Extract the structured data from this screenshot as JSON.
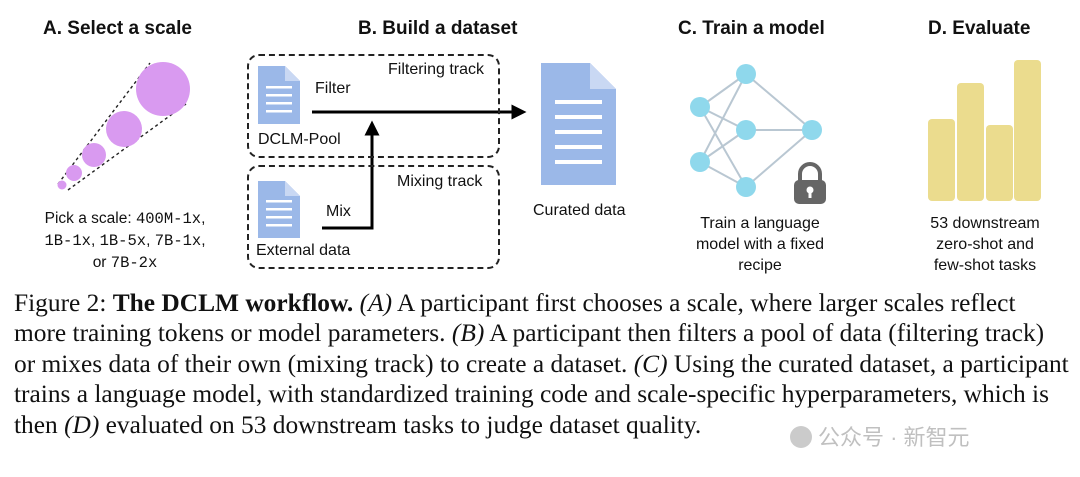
{
  "panels": {
    "a": {
      "header": "A. Select a scale",
      "prefix": "Pick a scale: ",
      "scales": [
        "400M-1x",
        "1B-1x",
        "1B-5x",
        "7B-1x",
        "7B-2x"
      ],
      "sep1": ",",
      "sep2": ",",
      "sep3": ", ",
      "sep4": ",",
      "or_text": "or "
    },
    "b": {
      "header": "B. Build a dataset",
      "filtering_track": "Filtering track",
      "mixing_track": "Mixing track",
      "filter": "Filter",
      "mix": "Mix",
      "pool": "DCLM-Pool",
      "external": "External data",
      "curated": "Curated data"
    },
    "c": {
      "header": "C. Train a model",
      "desc_line1": "Train a language",
      "desc_line2": "model with a fixed",
      "desc_line3": "recipe"
    },
    "d": {
      "header": "D. Evaluate",
      "desc_line1": "53 downstream",
      "desc_line2": "zero-shot and",
      "desc_line3": "few-shot tasks"
    }
  },
  "caption": {
    "fig": "Figure 2: ",
    "title": "The DCLM workflow.",
    "a_tag": "(A)",
    "a_text": " A participant first chooses a scale, where larger scales reflect more training tokens or model parameters. ",
    "b_tag": "(B)",
    "b_text": " A participant then filters a pool of data (filtering track) or mixes data of their own (mixing track) to create a dataset. ",
    "c_tag": "(C)",
    "c_text": " Using the curated dataset, a participant trains a language model, with standardized training code and scale-specific hyperparameters, which is then ",
    "d_tag": "(D)",
    "d_text": " evaluated on 53 downstream tasks to judge dataset quality."
  },
  "watermark": "公众号 · 新智元",
  "colors": {
    "scale_circle": "#d99af0",
    "document": "#9bb8e8",
    "network_node": "#8fd8ec",
    "network_edge": "#b9c7d2",
    "bars": "#ebdc8e",
    "lock": "#666666"
  }
}
